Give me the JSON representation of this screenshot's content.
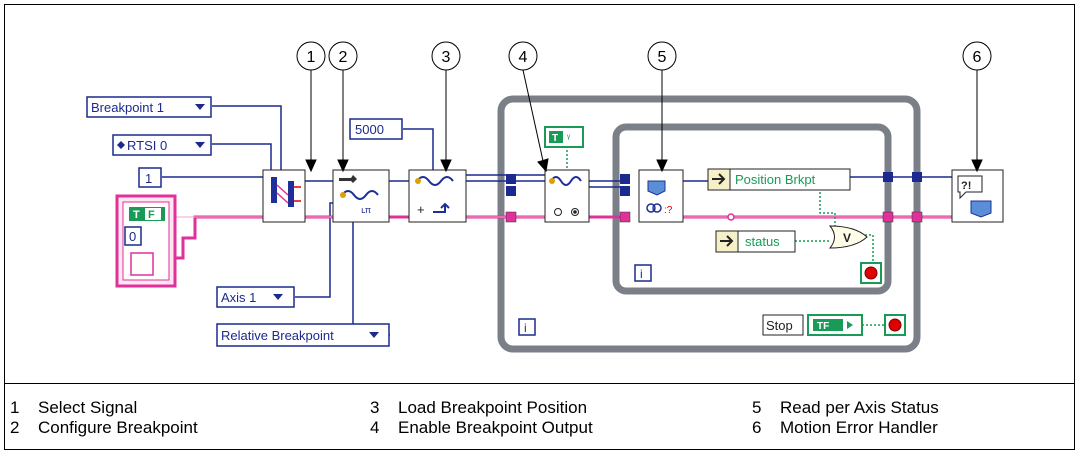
{
  "controls": {
    "breakpoint_select": "Breakpoint 1",
    "rtsi": "RTSI 0",
    "value_1": "1",
    "value_5000": "5000",
    "cluster_tf": "F",
    "cluster_value": "0",
    "axis": "Axis 1",
    "mode": "Relative Breakpoint"
  },
  "indicators": {
    "position_brkpt": "Position Brkpt",
    "status": "status",
    "stop": "Stop",
    "stop_tf": "TF",
    "enable_tf": "T",
    "or_symbol": "V",
    "loop_iter": "i"
  },
  "callouts": [
    "1",
    "2",
    "3",
    "4",
    "5",
    "6"
  ],
  "legend": [
    {
      "num": "1",
      "label": "Select Signal"
    },
    {
      "num": "2",
      "label": "Configure Breakpoint"
    },
    {
      "num": "3",
      "label": "Load Breakpoint Position"
    },
    {
      "num": "4",
      "label": "Enable Breakpoint Output"
    },
    {
      "num": "5",
      "label": "Read per Axis Status"
    },
    {
      "num": "6",
      "label": "Motion Error Handler"
    }
  ],
  "colors": {
    "wire_blue": "#1c2a8f",
    "wire_pink": "#e0309a",
    "loop_gray": "#7b8088",
    "node_blue": "#1f2f9a",
    "bool_green": "#199b57",
    "stop_red": "#e00000"
  }
}
